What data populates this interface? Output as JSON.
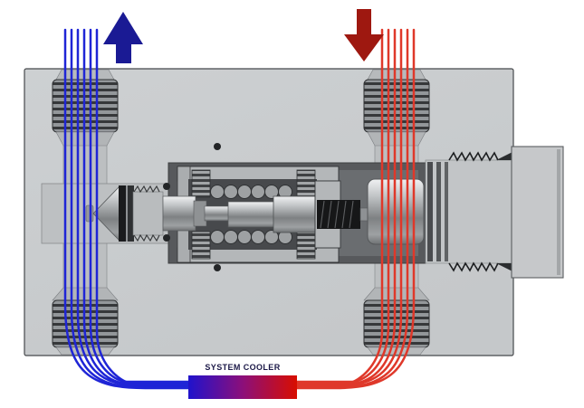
{
  "diagram": {
    "cooler": {
      "label": "SYSTEM COOLER",
      "label_color": "#1b1847",
      "gradient_start": "#2012cc",
      "gradient_mid": "#8c0f7a",
      "gradient_end": "#d80e00"
    },
    "flows": {
      "cold": {
        "color": "#1f25d6",
        "line_count": 6,
        "direction": "up-out-of-top-left-port"
      },
      "hot": {
        "color": "#df382a",
        "line_count": 6,
        "direction": "down-into-top-right-port"
      }
    },
    "arrows": {
      "cold_out": {
        "color": "#1a1a94",
        "direction": "up"
      },
      "hot_in": {
        "color": "#9e1810",
        "direction": "down"
      }
    },
    "colors": {
      "body_light": "#cdd0d2",
      "body": "#c5c8ca",
      "pocket": "#57595c",
      "background": "#ffffff"
    }
  }
}
